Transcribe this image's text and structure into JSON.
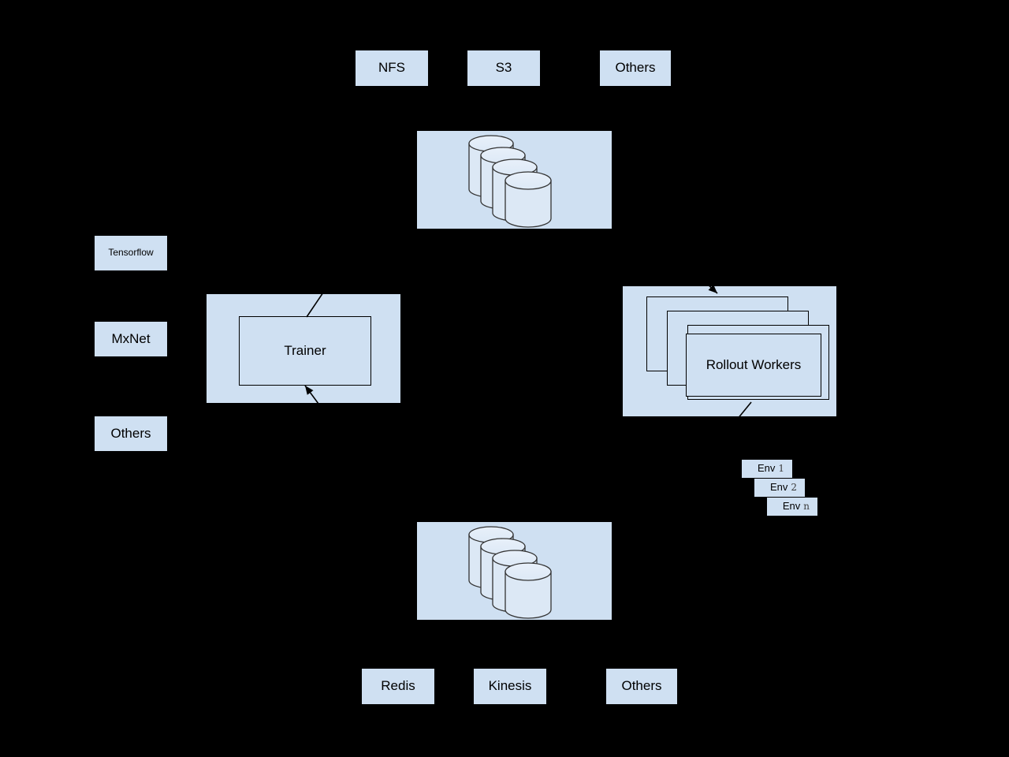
{
  "diagram": {
    "background_color": "#000000",
    "node_fill_color": "#cfe0f2",
    "node_stroke_color": "#000000",
    "title": ""
  },
  "storage_backends": {
    "label": "storage-backends-row",
    "items": [
      {
        "id": "nfs",
        "label": "NFS"
      },
      {
        "id": "s3",
        "label": "S3"
      },
      {
        "id": "others-storage",
        "label": "Others"
      }
    ]
  },
  "frameworks": {
    "label": "framework-column",
    "items": [
      {
        "id": "tensorflow",
        "label": "Tensorflow"
      },
      {
        "id": "mxnet",
        "label": "MxNet"
      },
      {
        "id": "others-framework",
        "label": "Others"
      }
    ]
  },
  "upper_store": {
    "id": "upper-data-store",
    "label": "",
    "cylinder_count": 4
  },
  "lower_store": {
    "id": "lower-data-store",
    "label": "",
    "cylinder_count": 4
  },
  "trainer": {
    "id": "trainer",
    "label": "Trainer"
  },
  "rollout_workers": {
    "id": "rollout-workers",
    "label": "Rollout Workers",
    "stack_count": 4
  },
  "environments": {
    "label": "environment-stack",
    "items": [
      {
        "id": "env-1",
        "name": "Env",
        "index": "1"
      },
      {
        "id": "env-2",
        "name": "Env",
        "index": "2"
      },
      {
        "id": "env-n",
        "name": "Env",
        "index": "n"
      }
    ]
  },
  "queue_backends": {
    "label": "queue-backends-row",
    "items": [
      {
        "id": "redis",
        "label": "Redis"
      },
      {
        "id": "kinesis",
        "label": "Kinesis"
      },
      {
        "id": "others-queue",
        "label": "Others"
      }
    ]
  }
}
